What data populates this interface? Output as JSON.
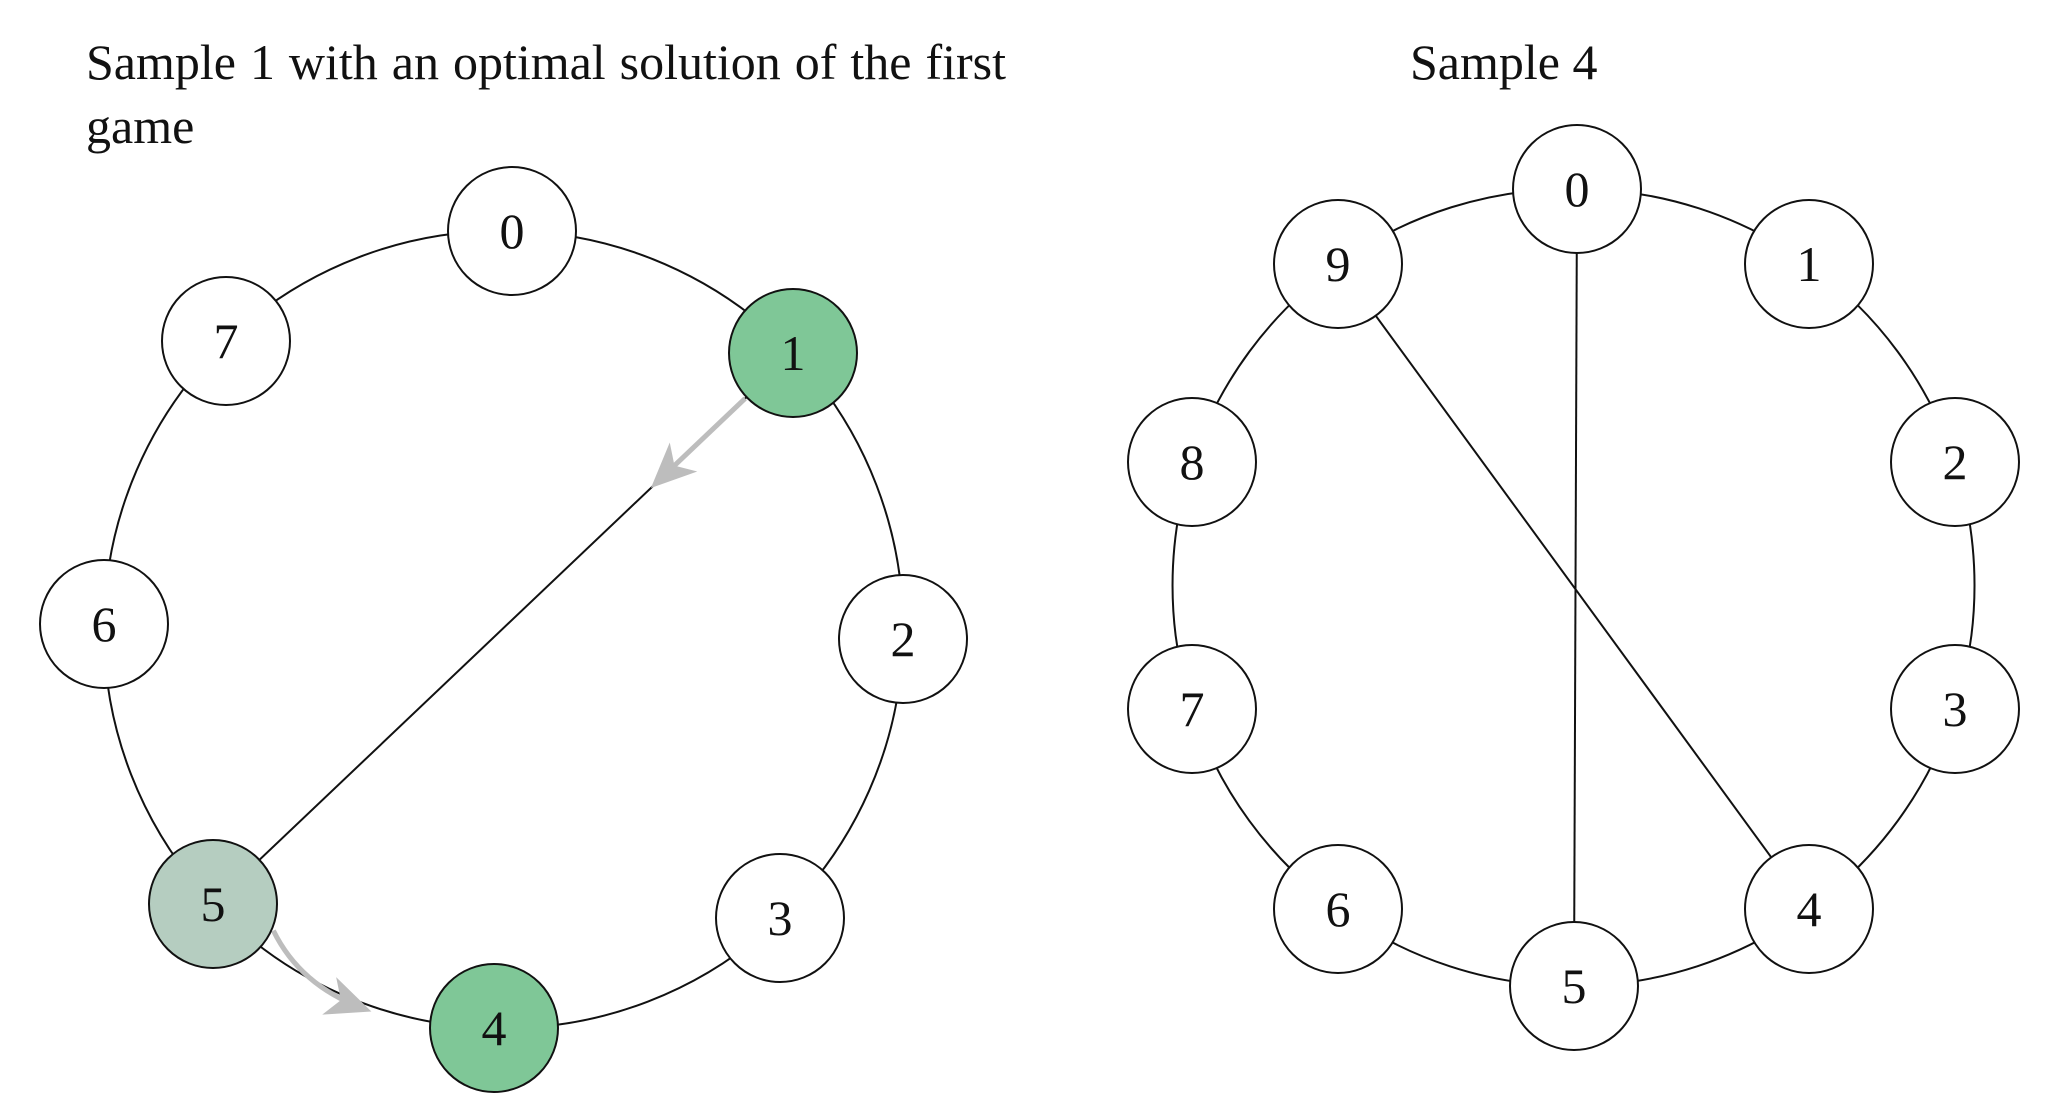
{
  "figures": [
    {
      "title": "Sample 1 with an optimal solution of the first game",
      "nodes": [
        {
          "id": "0",
          "fill": "#ffffff"
        },
        {
          "id": "1",
          "fill": "#7fc797"
        },
        {
          "id": "2",
          "fill": "#ffffff"
        },
        {
          "id": "3",
          "fill": "#ffffff"
        },
        {
          "id": "4",
          "fill": "#7fc797"
        },
        {
          "id": "5",
          "fill": "#b5cdc0"
        },
        {
          "id": "6",
          "fill": "#ffffff"
        },
        {
          "id": "7",
          "fill": "#ffffff"
        }
      ],
      "ring_order": [
        "0",
        "1",
        "2",
        "3",
        "4",
        "5",
        "6",
        "7"
      ],
      "chords": [
        [
          "1",
          "5"
        ]
      ],
      "arrows": [
        {
          "from": "1",
          "toward": "5",
          "color": "#bdbdbd"
        },
        {
          "from": "5",
          "toward": "4",
          "color": "#bdbdbd"
        }
      ]
    },
    {
      "title": "Sample 4",
      "nodes": [
        {
          "id": "0",
          "fill": "#ffffff"
        },
        {
          "id": "1",
          "fill": "#ffffff"
        },
        {
          "id": "2",
          "fill": "#ffffff"
        },
        {
          "id": "3",
          "fill": "#ffffff"
        },
        {
          "id": "4",
          "fill": "#ffffff"
        },
        {
          "id": "5",
          "fill": "#ffffff"
        },
        {
          "id": "6",
          "fill": "#ffffff"
        },
        {
          "id": "7",
          "fill": "#ffffff"
        },
        {
          "id": "8",
          "fill": "#ffffff"
        },
        {
          "id": "9",
          "fill": "#ffffff"
        }
      ],
      "ring_order": [
        "0",
        "1",
        "2",
        "3",
        "4",
        "5",
        "6",
        "7",
        "8",
        "9"
      ],
      "chords": [
        [
          "0",
          "5"
        ],
        [
          "9",
          "4"
        ]
      ],
      "arrows": []
    }
  ]
}
